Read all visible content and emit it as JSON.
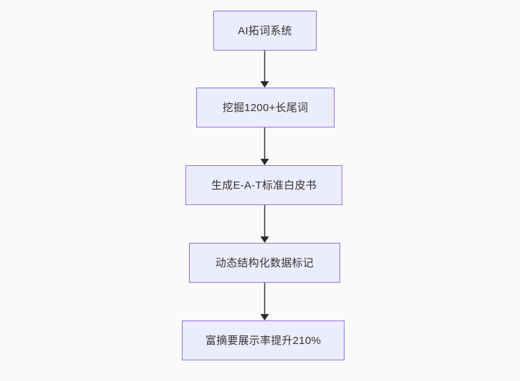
{
  "diagram": {
    "type": "flowchart",
    "direction": "top-down",
    "nodes": [
      {
        "id": "node-1",
        "label": "AI拓词系统"
      },
      {
        "id": "node-2",
        "label": "挖掘1200+长尾词"
      },
      {
        "id": "node-3",
        "label": "生成E-A-T标准白皮书"
      },
      {
        "id": "node-4",
        "label": "动态结构化数据标记"
      },
      {
        "id": "node-5",
        "label": "富摘要展示率提升210%"
      }
    ],
    "edges": [
      {
        "from": "node-1",
        "to": "node-2",
        "style": "arrow-down"
      },
      {
        "from": "node-2",
        "to": "node-3",
        "style": "arrow-down"
      },
      {
        "from": "node-3",
        "to": "node-4",
        "style": "arrow-down"
      },
      {
        "from": "node-4",
        "to": "node-5",
        "style": "arrow-down"
      }
    ],
    "colors": {
      "bg": "#fafafa",
      "node-fill": "#ececff",
      "node-border": "#9370db",
      "text": "#333333",
      "arrow-line": "#6b6b6b",
      "arrow-head": "#2b2b2b"
    }
  }
}
